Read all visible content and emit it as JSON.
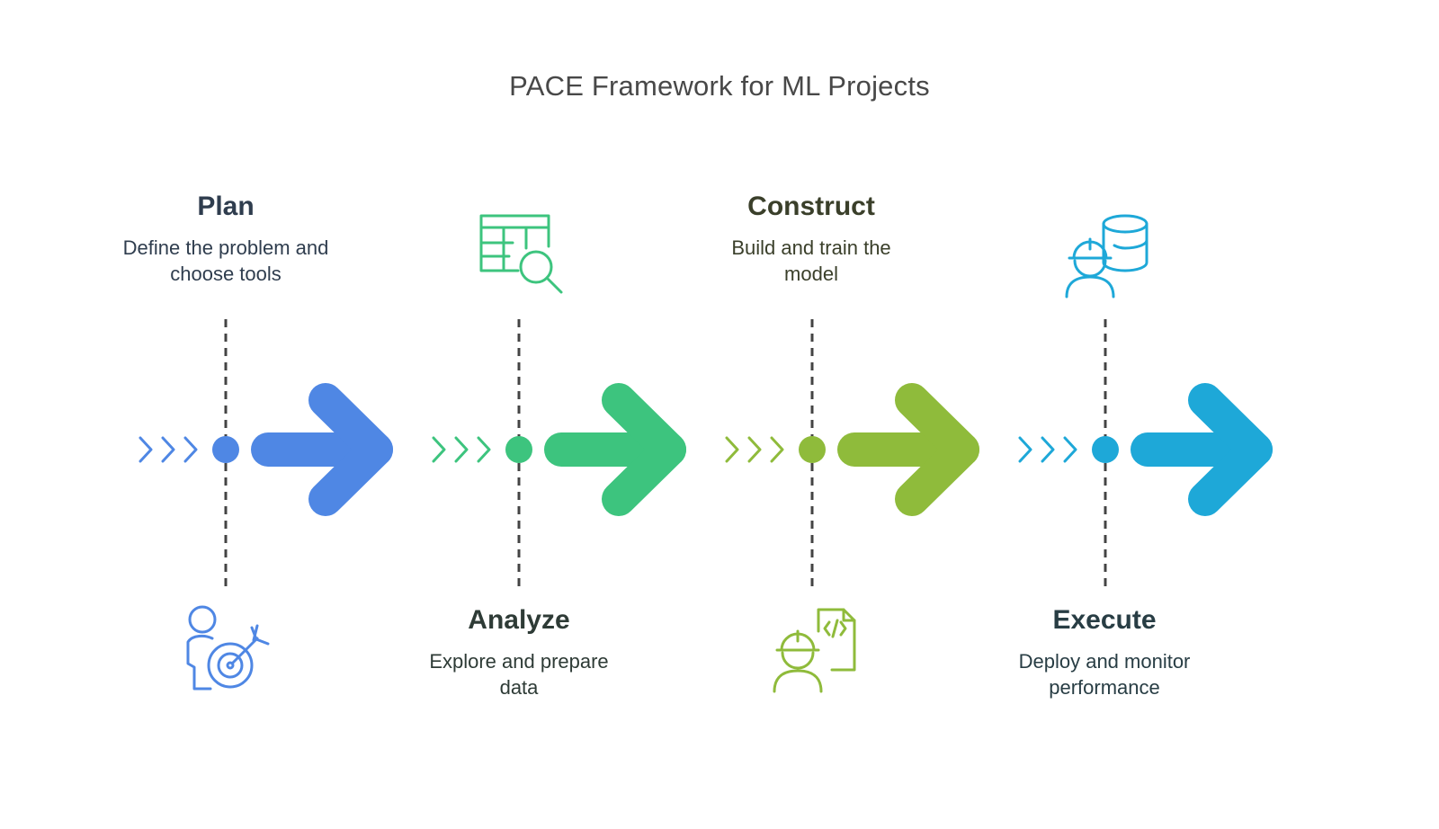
{
  "title": "PACE Framework for ML Projects",
  "stages": [
    {
      "name": "Plan",
      "description": "Define the problem and choose tools",
      "color": "#4F87E4",
      "title_color": "#2F3D4E",
      "text_color": "#2F3D4E",
      "icon": "person-target-icon"
    },
    {
      "name": "Analyze",
      "description": "Explore and prepare data",
      "color": "#3DC47E",
      "title_color": "#2E3B36",
      "text_color": "#2E3B36",
      "icon": "table-magnifier-icon"
    },
    {
      "name": "Construct",
      "description": "Build and train the model",
      "color": "#8FBB3B",
      "title_color": "#3A3F2A",
      "text_color": "#3A3F2A",
      "icon": "engineer-code-file-icon"
    },
    {
      "name": "Execute",
      "description": "Deploy and monitor performance",
      "color": "#1EA8D8",
      "title_color": "#283D44",
      "text_color": "#283D44",
      "icon": "engineer-database-icon"
    }
  ]
}
